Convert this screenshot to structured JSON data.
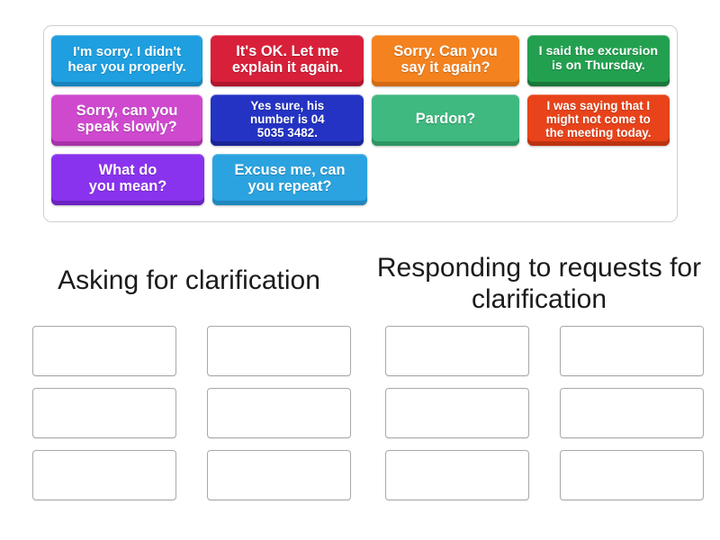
{
  "activity": {
    "type": "group-sort",
    "tile_tray": {
      "rows": [
        [
          {
            "text": "I'm sorry. I didn't\nhear you properly.",
            "color": "#1f9fe0",
            "shadow": "#1784bd",
            "width_class": "w-170",
            "font_class": "fs-15",
            "name": "tile-im-sorry-didnt-hear"
          },
          {
            "text": "It's OK. Let me\nexplain it again.",
            "color": "#d9203a",
            "shadow": "#b0162c",
            "width_class": "w-172",
            "font_class": "fs-16",
            "name": "tile-its-ok-let-me-explain"
          },
          {
            "text": "Sorry. Can you\nsay it again?",
            "color": "#f4821f",
            "shadow": "#d26a10",
            "width_class": "w-165",
            "font_class": "fs-16",
            "name": "tile-sorry-can-you-say-again"
          },
          {
            "text": "I said the excursion\nis on Thursday.",
            "color": "#22a04f",
            "shadow": "#18773a",
            "width_class": "w-160",
            "font_class": "fs-14",
            "name": "tile-i-said-the-excursion"
          }
        ],
        [
          {
            "text": "Sorry, can you\nspeak slowly?",
            "color": "#cf49cf",
            "shadow": "#a832a8",
            "width_class": "w-170",
            "font_class": "fs-16",
            "name": "tile-sorry-speak-slowly"
          },
          {
            "text": "Yes sure, his\nnumber is 04\n5035 3482.",
            "color": "#2433c4",
            "shadow": "#1a2596",
            "width_class": "w-172",
            "font_class": "fs-13",
            "name": "tile-yes-sure-his-number"
          },
          {
            "text": "Pardon?",
            "color": "#3fb97f",
            "shadow": "#2d9662",
            "width_class": "w-165",
            "font_class": "fs-16",
            "name": "tile-pardon"
          },
          {
            "text": "I was saying that I\nmight not come to\nthe meeting today.",
            "color": "#e8431a",
            "shadow": "#bd3211",
            "width_class": "w-160",
            "font_class": "fs-13",
            "name": "tile-i-was-saying-might-not-come"
          }
        ],
        [
          {
            "text": "What do\nyou mean?",
            "color": "#8a33ee",
            "shadow": "#6d22c2",
            "width_class": "w-170",
            "font_class": "fs-16",
            "name": "tile-what-do-you-mean"
          },
          {
            "text": "Excuse me, can\nyou repeat?",
            "color": "#2ba3e0",
            "shadow": "#1f87bd",
            "width_class": "w-172",
            "font_class": "fs-16",
            "name": "tile-excuse-me-can-you-repeat"
          }
        ]
      ]
    },
    "categories": [
      {
        "heading": "Asking for clarification",
        "zone_count": 6,
        "name": "category-asking-for-clarification"
      },
      {
        "heading": "Responding to requests for clarification",
        "zone_count": 6,
        "name": "category-responding-to-requests"
      }
    ],
    "colors": {
      "tray_border": "#cfcfcf",
      "dropzone_border": "#a9a9a9",
      "heading_text": "#1b1b1b",
      "background": "#ffffff"
    }
  }
}
